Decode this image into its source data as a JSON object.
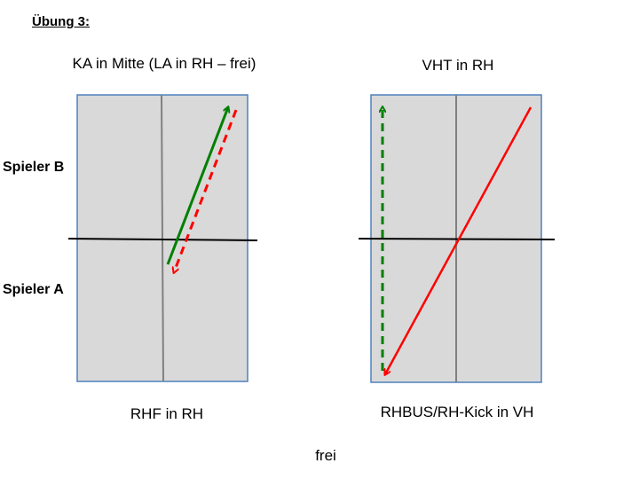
{
  "slide": {
    "title": "Übung 3:",
    "players": {
      "b": "Spieler B",
      "a": "Spieler A"
    },
    "left_diagram": {
      "top_label": "KA in Mitte (LA in RH – frei)",
      "bottom_label": "RHF in RH"
    },
    "right_diagram": {
      "top_label": "VHT in RH",
      "bottom_label": "RHBUS/RH-Kick in VH"
    },
    "footer": "frei"
  },
  "colors": {
    "table_fill": "#d9d9d9",
    "table_border": "#4f81bd",
    "center_line": "#808080",
    "net_line": "#000000",
    "green_arrow": "#008000",
    "red_arrow": "#ff0000"
  }
}
